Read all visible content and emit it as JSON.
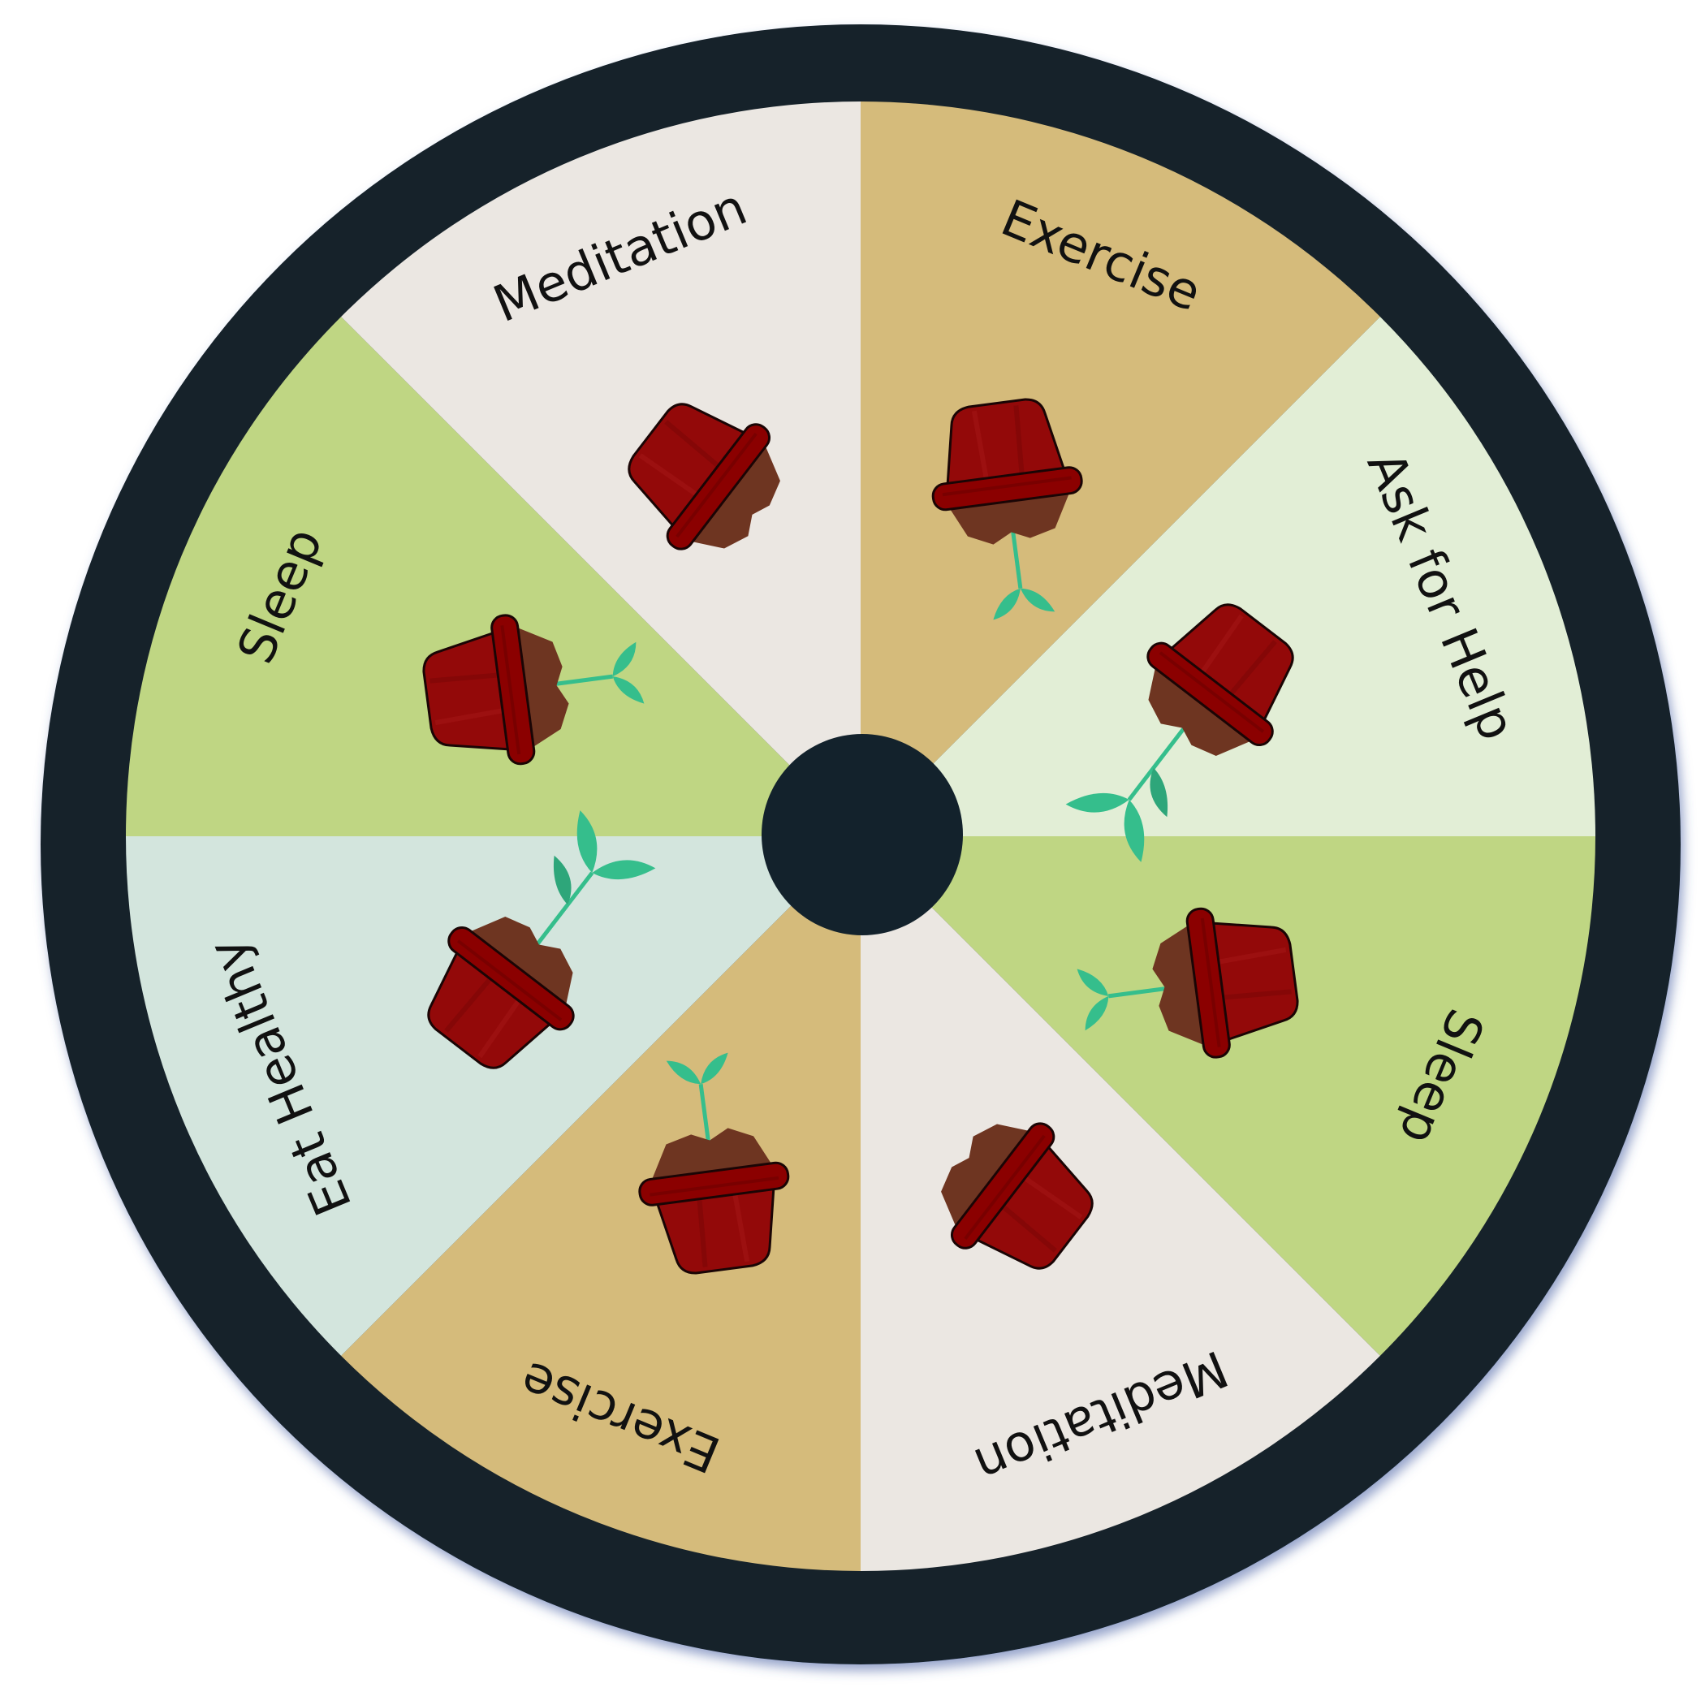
{
  "wheel": {
    "rim_color": "#13222c",
    "hub_color": "#13222c",
    "segments": [
      {
        "label": "Exercise",
        "color": "#d5bb7b",
        "sprout": "small"
      },
      {
        "label": "Ask for Help",
        "color": "#e2eed6",
        "sprout": "large"
      },
      {
        "label": "Sleep",
        "color": "#bfd683",
        "sprout": "small"
      },
      {
        "label": "Meditation",
        "color": "#ebe7e2",
        "sprout": "none"
      },
      {
        "label": "Exercise",
        "color": "#d5bb7b",
        "sprout": "small"
      },
      {
        "label": "Eat Healthy",
        "color": "#d3e5dd",
        "sprout": "large"
      },
      {
        "label": "Sleep",
        "color": "#bfd683",
        "sprout": "small"
      },
      {
        "label": "Meditation",
        "color": "#ebe7e2",
        "sprout": "none"
      }
    ]
  },
  "pot": {
    "rim_color": "#8b0000",
    "pot_color": "#930909",
    "soil_color": "#6e3521",
    "leaf_color": "#35be8c"
  }
}
